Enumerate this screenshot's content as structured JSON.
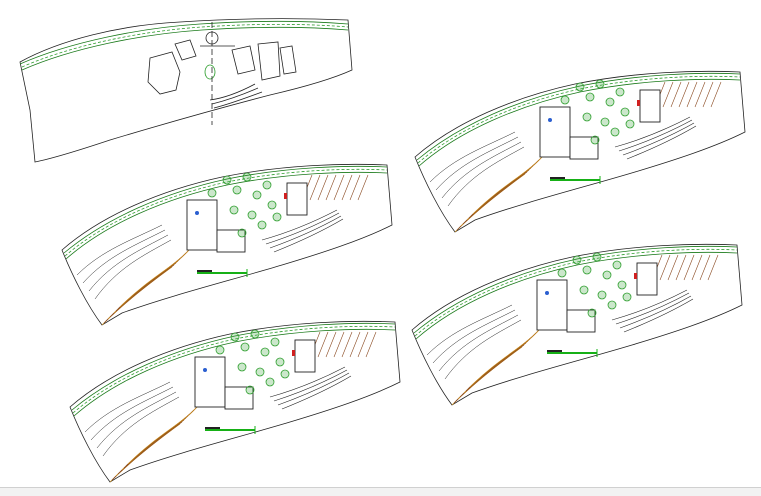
{
  "drawing": {
    "panels": [
      {
        "id": "plan-overview",
        "detail": "outline"
      },
      {
        "id": "plan-top-right",
        "detail": "full"
      },
      {
        "id": "plan-middle-left",
        "detail": "full"
      },
      {
        "id": "plan-bottom-right",
        "detail": "full"
      },
      {
        "id": "plan-bottom-left",
        "detail": "full"
      }
    ]
  },
  "colors": {
    "background": "#ffffff",
    "linework": "#222222",
    "road": "#1a7a1a",
    "vegetation": "#2e9e2e",
    "contour": "#c98a1a",
    "slope_hatch": "#8a4a20",
    "scale_bar": "#16b016",
    "accent_blue": "#2b5fd0",
    "accent_red": "#d02020",
    "statusbar": "#f2f2f2"
  }
}
